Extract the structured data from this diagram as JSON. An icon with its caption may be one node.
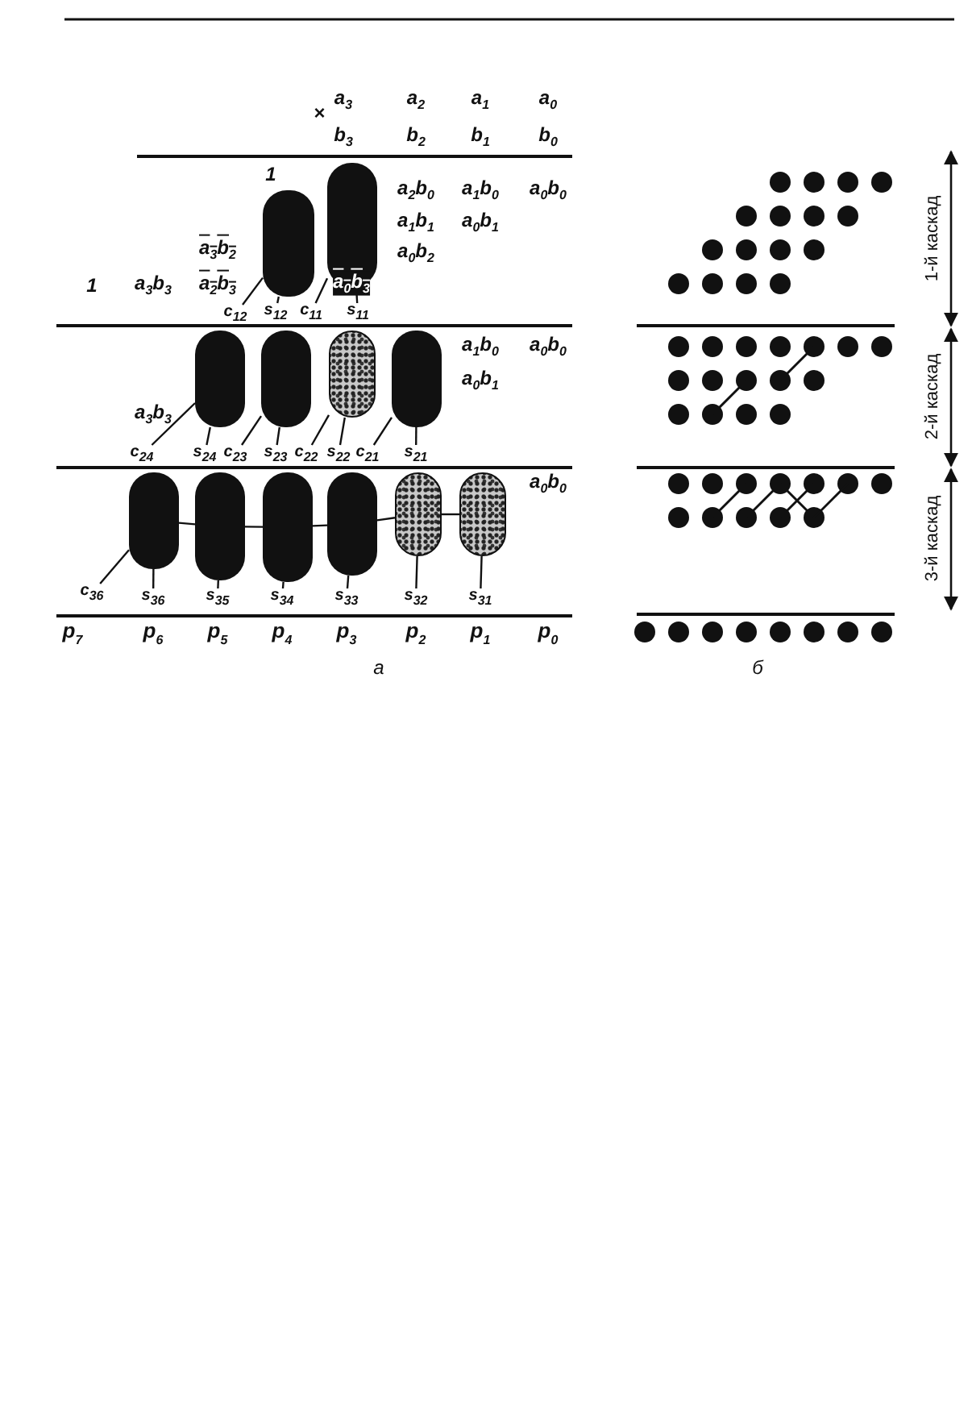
{
  "diagram": {
    "nodes": [
      {
        "text": [],
        "shape": "capsule"
      },
      {
        "text": [],
        "shape": "capsule"
      },
      {
        "text": [
          "c$_{12}$"
        ]
      },
      {
        "text": [
          "s$_{12}$"
        ]
      },
      {
        "text": [
          "c$_{11}$"
        ]
      },
      {
        "text": [
          "s$_{11}$"
        ]
      },
      {
        "text": [],
        "shape": "capsule"
      },
      {
        "text": [],
        "shape": "capsule"
      },
      {
        "text": [],
        "shape": "capsule"
      },
      {
        "text": [],
        "shape": "capsule"
      },
      {
        "text": [
          "c$_{24}$"
        ]
      },
      {
        "text": [
          "s$_{24}$"
        ]
      },
      {
        "text": [
          "c$_{23}$"
        ]
      },
      {
        "text": [
          "s$_{23}$"
        ]
      },
      {
        "text": [
          "c$_{22}$"
        ]
      },
      {
        "text": [
          "s$_{22}$"
        ]
      },
      {
        "text": [
          "c$_{21}$"
        ]
      },
      {
        "text": [
          "s$_{21}$"
        ]
      },
      {
        "text": [],
        "shape": "capsule"
      },
      {
        "text": [],
        "shape": "capsule"
      },
      {
        "text": [],
        "shape": "capsule"
      },
      {
        "text": [],
        "shape": "capsule"
      },
      {
        "text": [],
        "shape": "capsule"
      },
      {
        "text": [],
        "shape": "capsule"
      },
      {
        "text": [
          "c$_{36}$"
        ]
      },
      {
        "text": [
          "s$_{36}$"
        ]
      },
      {
        "text": [
          "s$_{35}$"
        ]
      },
      {
        "text": [
          "s$_{34}$"
        ]
      },
      {
        "text": [
          "s$_{33}$"
        ]
      },
      {
        "text": [
          "s$_{32}$"
        ]
      },
      {
        "text": [
          "s$_{31}$"
        ]
      }
    ],
    "edges": [
      {
        "from": 2,
        "to": 0,
        "arrow": "none"
      },
      {
        "from": 3,
        "to": 0,
        "arrow": "none"
      },
      {
        "from": 4,
        "to": 1,
        "arrow": "none"
      },
      {
        "from": 5,
        "to": 1,
        "arrow": "none"
      },
      {
        "from": 10,
        "to": 6,
        "arrow": "none"
      },
      {
        "from": 11,
        "to": 6,
        "arrow": "none"
      },
      {
        "from": 12,
        "to": 7,
        "arrow": "none"
      },
      {
        "from": 13,
        "to": 7,
        "arrow": "none"
      },
      {
        "from": 14,
        "to": 8,
        "arrow": "none"
      },
      {
        "from": 15,
        "to": 8,
        "arrow": "none"
      },
      {
        "from": 16,
        "to": 9,
        "arrow": "none"
      },
      {
        "from": 17,
        "to": 9,
        "arrow": "none"
      },
      {
        "from": 24,
        "to": 18,
        "arrow": "none"
      },
      {
        "from": 25,
        "to": 18,
        "arrow": "none"
      },
      {
        "from": 26,
        "to": 19,
        "arrow": "none"
      },
      {
        "from": 27,
        "to": 20,
        "arrow": "none"
      },
      {
        "from": 28,
        "to": 21,
        "arrow": "none"
      },
      {
        "from": 29,
        "to": 22,
        "arrow": "none"
      },
      {
        "from": 30,
        "to": 23,
        "arrow": "none"
      },
      {
        "from": 23,
        "to": 22,
        "arrow": "none"
      },
      {
        "from": 22,
        "to": 21,
        "arrow": "none"
      },
      {
        "from": 21,
        "to": 20,
        "arrow": "none"
      },
      {
        "from": 20,
        "to": 19,
        "arrow": "none"
      },
      {
        "from": 19,
        "to": 18,
        "arrow": "none"
      }
    ],
    "labels": [
      "×",
      "a$_{3}$",
      "a$_{2}$",
      "a$_{1}$",
      "a$_{0}$",
      "b$_{3}$",
      "b$_{2}$",
      "b$_{1}$",
      "b$_{0}$",
      "1",
      "a$_{2}$b$_{0}$",
      "a$_{1}$b$_{0}$",
      "a$_{0}$b$_{0}$",
      "a$_{1}$b$_{1}$",
      "a$_{0}$b$_{1}$",
      "a$_{3}$b$_{2}$",
      "a$_{0}$b$_{2}$",
      "1",
      "a$_{3}$b$_{3}$",
      "a$_{2}$b$_{3}$",
      "a$_{0}$b$_{3}$",
      "a$_{1}$b$_{0}$",
      "a$_{0}$b$_{0}$",
      "a$_{0}$b$_{1}$",
      "a$_{3}$b$_{3}$",
      "a$_{0}$b$_{0}$",
      "p$_{7}$",
      "p$_{6}$",
      "p$_{5}$",
      "p$_{4}$",
      "p$_{3}$",
      "p$_{2}$",
      "p$_{1}$",
      "p$_{0}$",
      "а",
      "1-й каскад",
      "2-й каскад",
      "3-й каскад",
      "б"
    ]
  }
}
